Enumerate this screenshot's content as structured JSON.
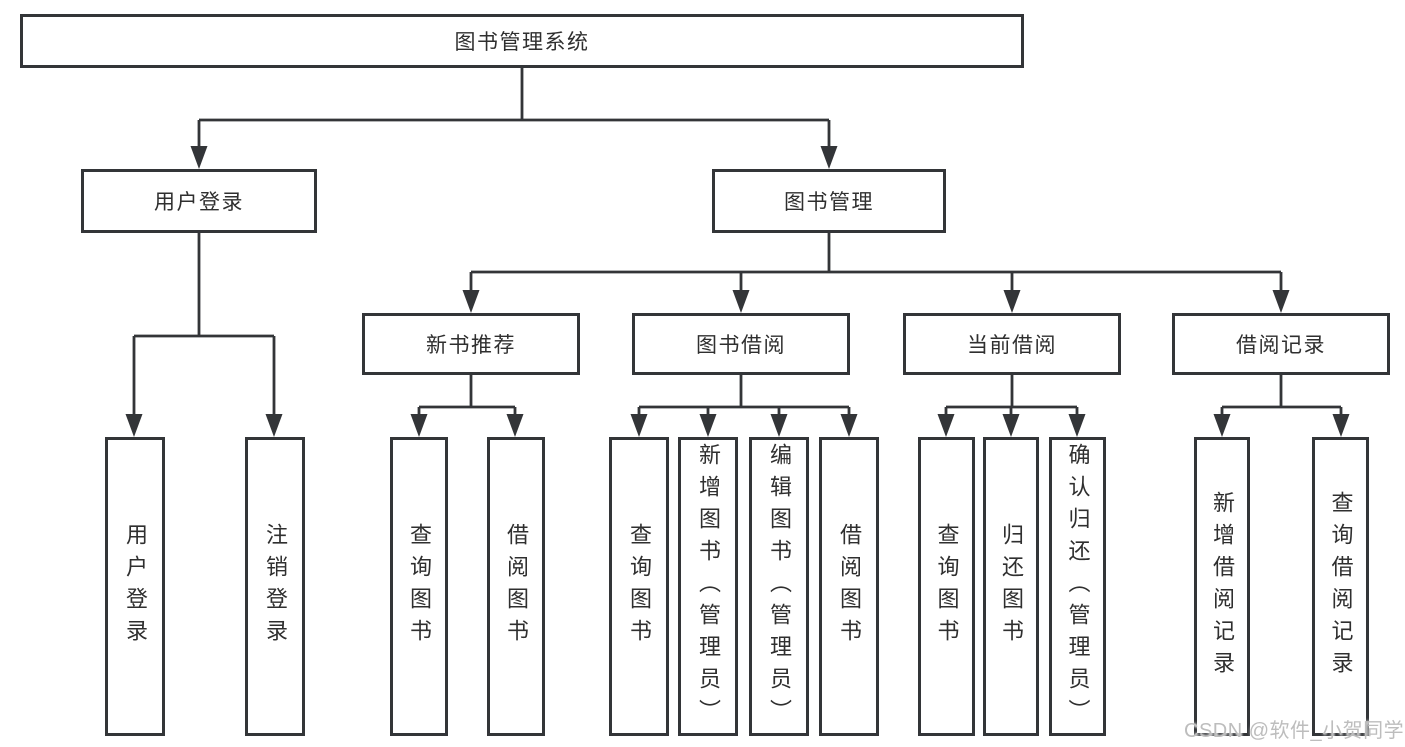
{
  "diagram": {
    "root": {
      "label": "图书管理系统"
    },
    "userLogin": {
      "label": "用户登录",
      "leaves": [
        "用户登录",
        "注销登录"
      ]
    },
    "bookManagement": {
      "label": "图书管理",
      "children": {
        "newBookRec": {
          "label": "新书推荐",
          "leaves": [
            "查询图书",
            "借阅图书"
          ]
        },
        "bookBorrow": {
          "label": "图书借阅",
          "leaves": [
            "查询图书",
            "新增图书（管理员）",
            "编辑图书（管理员）",
            "借阅图书"
          ]
        },
        "currentBorrow": {
          "label": "当前借阅",
          "leaves": [
            "查询图书",
            "归还图书",
            "确认归还（管理员）"
          ]
        },
        "borrowRecords": {
          "label": "借阅记录",
          "leaves": [
            "新增借阅记录",
            "查询借阅记录"
          ]
        }
      }
    }
  },
  "watermark": {
    "text": "CSDN @软件_小贺同学"
  },
  "colors": {
    "line": "#333538",
    "text": "#2f2f2f",
    "background": "#ffffff",
    "watermark": "#bdbdbd"
  }
}
